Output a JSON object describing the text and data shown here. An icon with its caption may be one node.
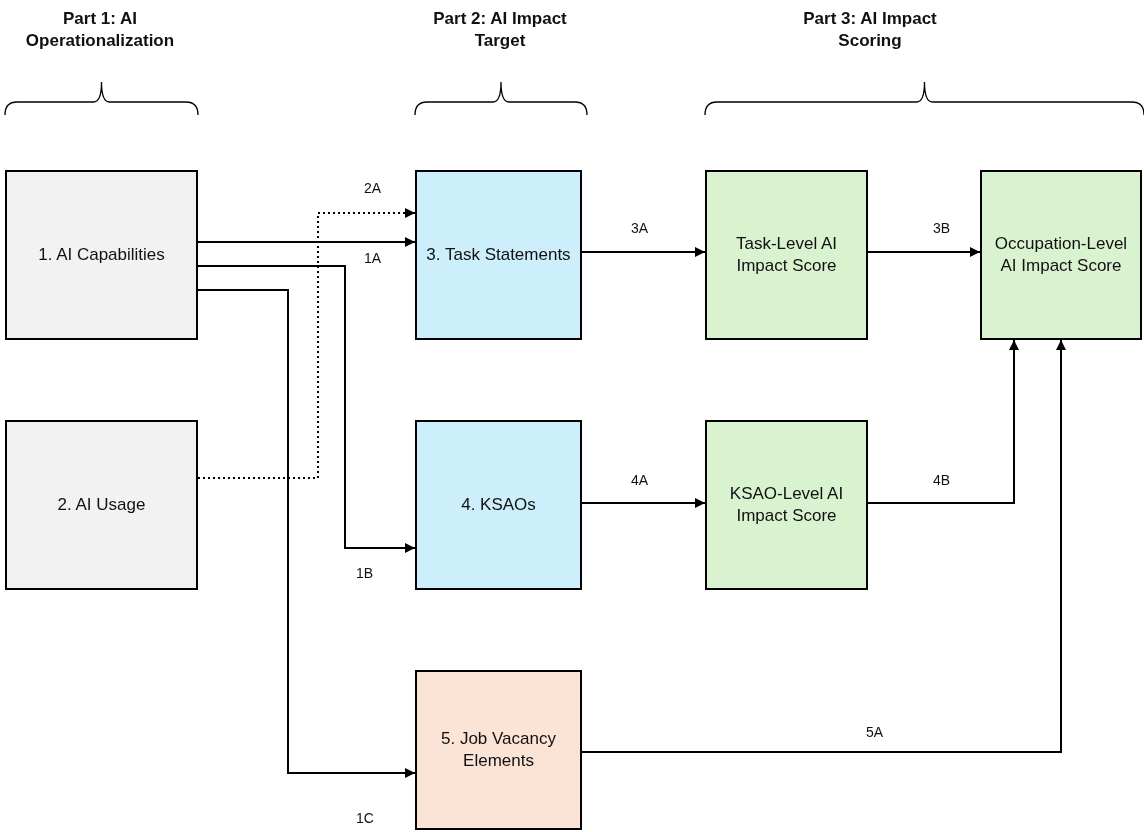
{
  "diagram": {
    "nodes": [
      {
        "text": [
          "1. AI Capabilities"
        ]
      },
      {
        "text": [
          "2. AI Usage"
        ]
      },
      {
        "text": [
          "3. Task Statements"
        ]
      },
      {
        "text": [
          "4. KSAOs"
        ]
      },
      {
        "text": [
          "5. Job Vacancy Elements"
        ]
      },
      {
        "text": [
          "Task-Level AI Impact Score"
        ]
      },
      {
        "text": [
          "KSAO-Level AI Impact Score"
        ]
      },
      {
        "text": [
          "Occupation-Level AI Impact Score"
        ]
      }
    ],
    "edges": [
      {
        "from": 1,
        "to": 2,
        "arrow": "to",
        "label": "2A",
        "style": "dashed"
      },
      {
        "from": 0,
        "to": 2,
        "arrow": "to",
        "label": "1A"
      },
      {
        "from": 0,
        "to": 3,
        "arrow": "to",
        "label": "1B"
      },
      {
        "from": 0,
        "to": 4,
        "arrow": "to",
        "label": "1C"
      },
      {
        "from": 2,
        "to": 5,
        "arrow": "to",
        "label": "3A"
      },
      {
        "from": 5,
        "to": 7,
        "arrow": "to",
        "label": "3B"
      },
      {
        "from": 3,
        "to": 6,
        "arrow": "to",
        "label": "4A"
      },
      {
        "from": 6,
        "to": 7,
        "arrow": "to",
        "label": "4B"
      },
      {
        "from": 4,
        "to": 7,
        "arrow": "to",
        "label": "5A"
      }
    ],
    "labels": [
      "Part 1: AI Operationalization",
      "Part 2: AI Impact Target",
      "Part 3: AI Impact Scoring"
    ]
  }
}
